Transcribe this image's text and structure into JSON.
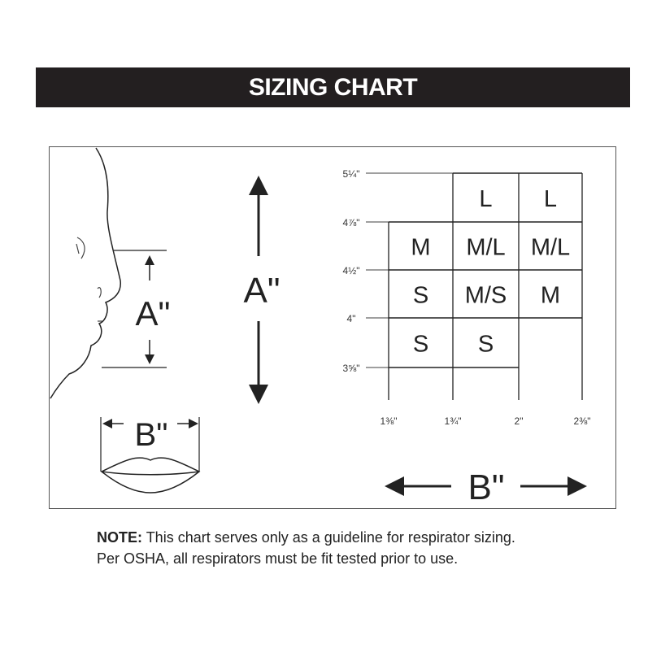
{
  "title": "SIZING CHART",
  "labels": {
    "a_face": "A\"",
    "a_arrow": "A\"",
    "b_lips": "B\"",
    "b_axis": "B\""
  },
  "chart_data": {
    "type": "table",
    "y_ticks": [
      "5¼\"",
      "4⅞\"",
      "4½\"",
      "4\"",
      "3⅝\""
    ],
    "x_ticks": [
      "1⅜\"",
      "1¾\"",
      "2\"",
      "2⅜\""
    ],
    "ylabel": "A\"",
    "xlabel": "B\"",
    "rows": [
      [
        "",
        "L",
        "L"
      ],
      [
        "M",
        "M/L",
        "M/L"
      ],
      [
        "S",
        "M/S",
        "M"
      ],
      [
        "S",
        "S",
        ""
      ]
    ]
  },
  "note": {
    "prefix": "NOTE:",
    "line1": "This chart serves only as a guideline for respirator sizing.",
    "line2": "Per OSHA, all respirators must be fit tested prior to use."
  }
}
